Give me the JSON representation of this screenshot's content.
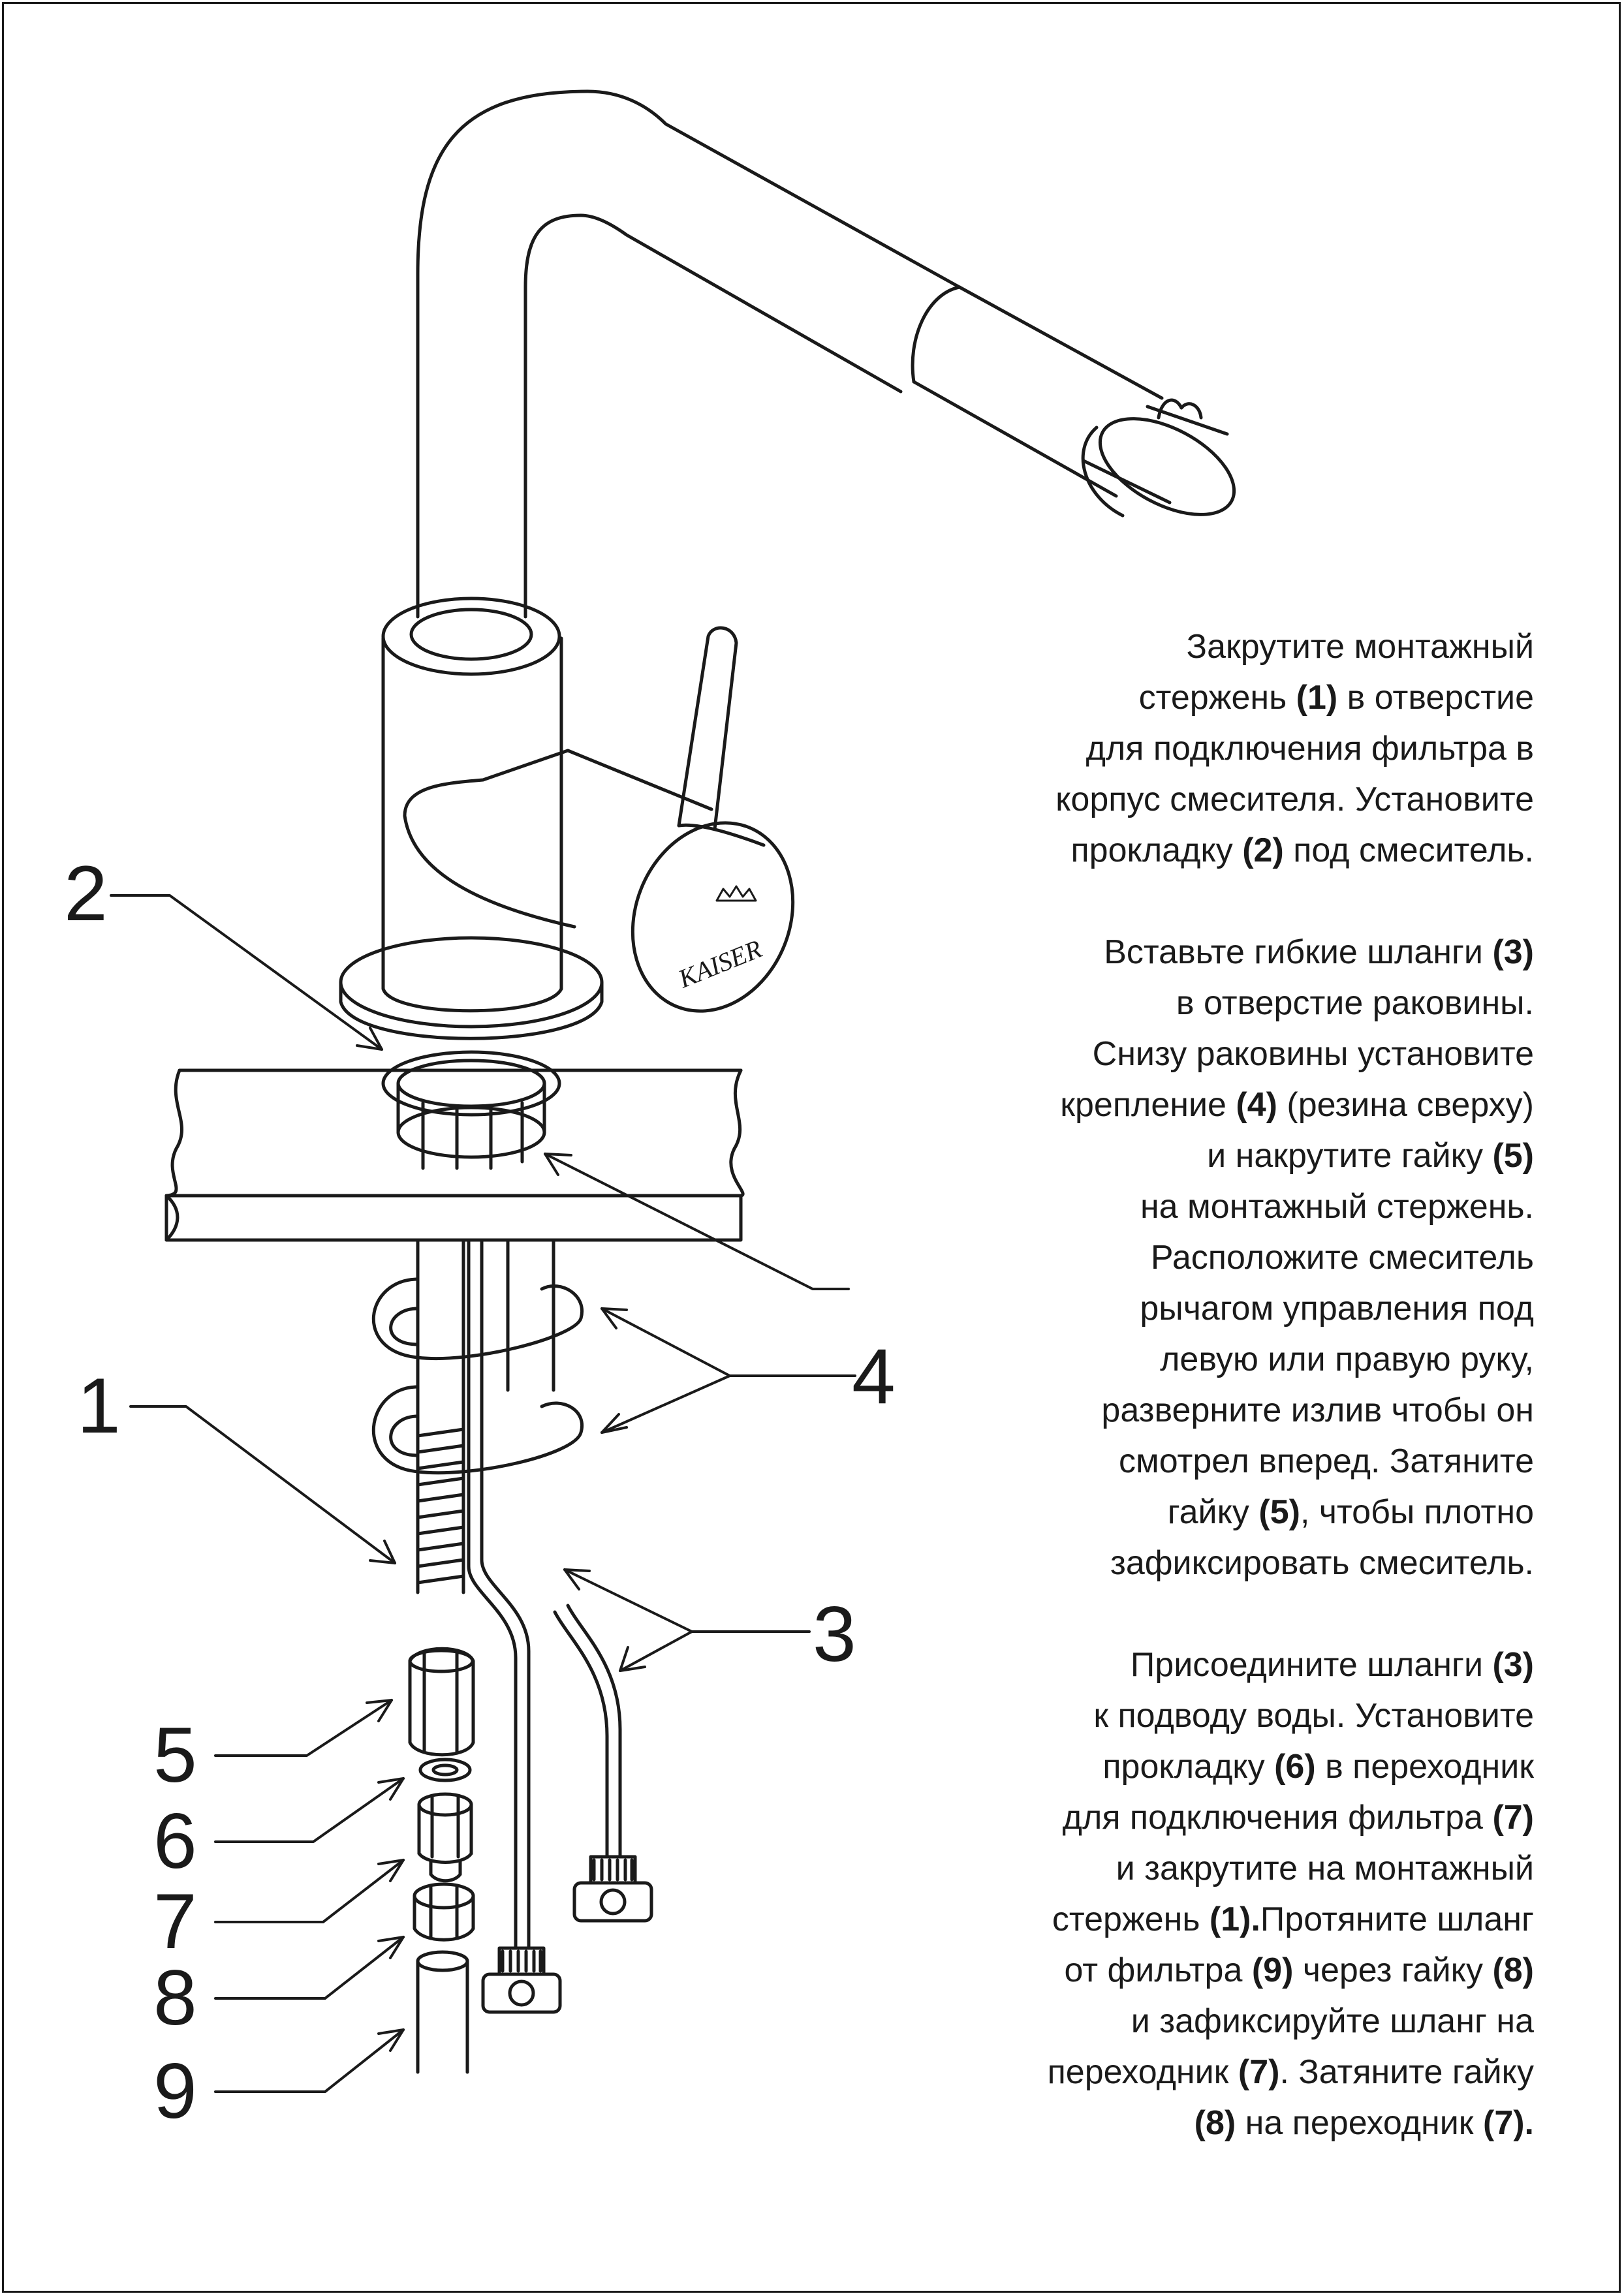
{
  "callouts": {
    "c1": "1",
    "c2": "2",
    "c3": "3",
    "c4": "4",
    "c5": "5",
    "c6": "6",
    "c7": "7",
    "c8": "8",
    "c9": "9"
  },
  "logo_text": "KAISER",
  "colors": {
    "line": "#1a1a1a",
    "background": "#ffffff"
  },
  "instructions": {
    "p1": [
      [
        {
          "t": "Закрутите монтажный"
        }
      ],
      [
        {
          "t": "стержень "
        },
        {
          "t": "(1)",
          "b": true
        },
        {
          "t": " в отверстие"
        }
      ],
      [
        {
          "t": "для подключения фильтра в"
        }
      ],
      [
        {
          "t": "корпус смесителя. Установите"
        }
      ],
      [
        {
          "t": "прокладку "
        },
        {
          "t": "(2)",
          "b": true
        },
        {
          "t": " под смеситель."
        }
      ]
    ],
    "p2": [
      [
        {
          "t": "Вставьте гибкие шланги "
        },
        {
          "t": "(3)",
          "b": true
        }
      ],
      [
        {
          "t": "в отверстие раковины."
        }
      ],
      [
        {
          "t": "Снизу раковины установите"
        }
      ],
      [
        {
          "t": "крепление "
        },
        {
          "t": "(4)",
          "b": true
        },
        {
          "t": " (резина сверху)"
        }
      ],
      [
        {
          "t": "и накрутите гайку "
        },
        {
          "t": "(5)",
          "b": true
        }
      ],
      [
        {
          "t": "на монтажный стержень."
        }
      ],
      [
        {
          "t": "Расположите смеситель"
        }
      ],
      [
        {
          "t": "рычагом управления под"
        }
      ],
      [
        {
          "t": "левую или правую руку,"
        }
      ],
      [
        {
          "t": "разверните излив чтобы он"
        }
      ],
      [
        {
          "t": "смотрел вперед. Затяните"
        }
      ],
      [
        {
          "t": "гайку "
        },
        {
          "t": "(5)",
          "b": true
        },
        {
          "t": ", чтобы плотно"
        }
      ],
      [
        {
          "t": "зафиксировать смеситель."
        }
      ]
    ],
    "p3": [
      [
        {
          "t": "Присоедините шланги "
        },
        {
          "t": "(3)",
          "b": true
        }
      ],
      [
        {
          "t": "к подводу воды. Установите"
        }
      ],
      [
        {
          "t": "прокладку "
        },
        {
          "t": "(6)",
          "b": true
        },
        {
          "t": " в переходник"
        }
      ],
      [
        {
          "t": "для подключения фильтра "
        },
        {
          "t": "(7)",
          "b": true
        }
      ],
      [
        {
          "t": "и закрутите на монтажный"
        }
      ],
      [
        {
          "t": "стержень "
        },
        {
          "t": "(1).",
          "b": true
        },
        {
          "t": "Протяните шланг"
        }
      ],
      [
        {
          "t": "от фильтра "
        },
        {
          "t": "(9)",
          "b": true
        },
        {
          "t": " через гайку "
        },
        {
          "t": "(8)",
          "b": true
        }
      ],
      [
        {
          "t": "и зафиксируйте шланг на"
        }
      ],
      [
        {
          "t": "переходник "
        },
        {
          "t": "(7)",
          "b": true
        },
        {
          "t": ". Затяните гайку"
        }
      ],
      [
        {
          "t": "(8)",
          "b": true
        },
        {
          "t": " на переходник "
        },
        {
          "t": "(7).",
          "b": true
        }
      ]
    ]
  }
}
